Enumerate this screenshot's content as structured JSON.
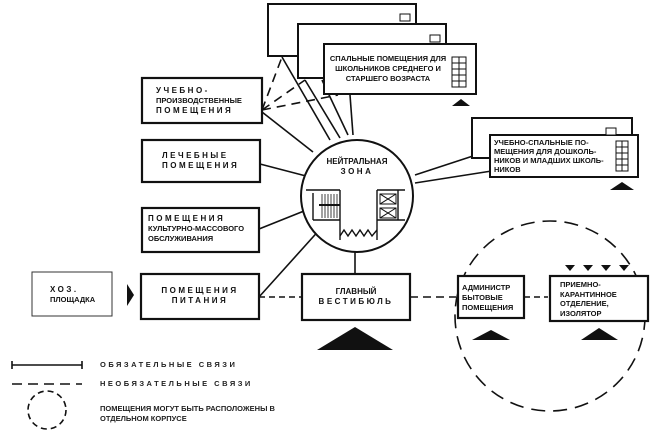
{
  "diagram": {
    "nodes": {
      "dorm_senior": {
        "label": "СПАЛЬНЫЕ ПОМЕЩЕНИЯ ДЛЯ ШКОЛЬНИКОВ СРЕДНЕГО И СТАРШЕГО ВОЗРАСТА"
      },
      "dorm_junior": {
        "label": "УЧЕБНО-СПАЛЬНЫЕ ПО-МЕЩЕНИЯ ДЛЯ ДОШКОЛЬ-НИКОВ И МЛАДШИХ ШКОЛЬ-НИКОВ"
      },
      "workshop": {
        "line1": "УЧЕБНО-",
        "line2": "ПРОИЗВОДСТВЕННЫЕ",
        "line3": "ПОМЕЩЕНИЯ"
      },
      "medical": {
        "line1": "ЛЕЧЕБНЫЕ",
        "line2": "ПОМЕЩЕНИЯ"
      },
      "cultural": {
        "line1": "ПОМЕЩЕНИЯ",
        "line2": "КУЛЬТУРНО-МАССОВОГО",
        "line3": "ОБСЛУЖИВАНИЯ"
      },
      "neutral_zone": {
        "line1": "НЕЙТРАЛЬНАЯ",
        "line2": "ЗОНА"
      },
      "utility_yard": {
        "line1": "ХОЗ.",
        "line2": "ПЛОЩАДКА"
      },
      "dining": {
        "line1": "ПОМЕЩЕНИЯ",
        "line2": "ПИТАНИЯ"
      },
      "main_lobby": {
        "line1": "ГЛАВНЫЙ",
        "line2": "ВЕСТИБЮЛЬ"
      },
      "admin": {
        "line1": "АДМИНИСТР",
        "line2": "БЫТОВЫЕ",
        "line3": "ПОМЕЩЕНИЯ"
      },
      "quarantine": {
        "line1": "ПРИЕМНО-",
        "line2": "КАРАНТИННОЕ",
        "line3": "ОТДЕЛЕНИЕ,",
        "line4": "ИЗОЛЯТОР"
      }
    },
    "legend": {
      "mandatory": "ОБЯЗАТЕЛЬНЫЕ СВЯЗИ",
      "optional": "НЕОБЯЗАТЕЛЬНЫЕ СВЯЗИ",
      "separate_building": "ПОМЕЩЕНИЯ МОГУТ БЫТЬ РАСПОЛОЖЕНЫ В ОТДЕЛЬНОМ КОРПУСЕ"
    }
  }
}
